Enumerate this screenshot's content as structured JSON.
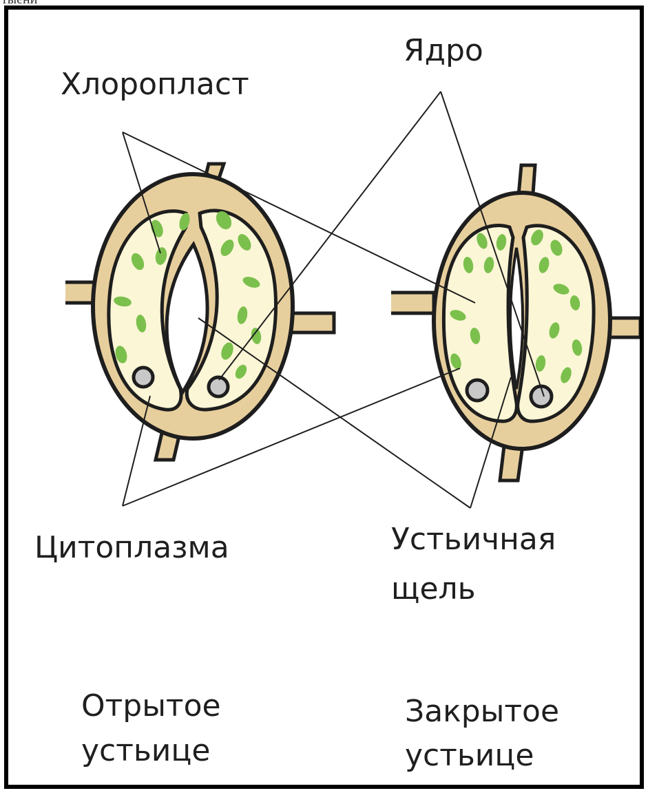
{
  "labels": {
    "chloroplast": "Хлоропласт",
    "nucleus": "Ядро",
    "cytoplasm": "Цитоплазма",
    "stomatal_slit_line1": "Устьичная",
    "stomatal_slit_line2": "щель",
    "open_line1": "Отрытое",
    "open_line2": "устьице",
    "closed_line1": "Закрытое",
    "closed_line2": "устьице",
    "cropped_top_text": "тыени"
  },
  "colors": {
    "wall": "#e7cf9d",
    "outline": "#1e1e1e",
    "cytoplasm_fill": "#fbf6d6",
    "chloroplast": "#7bc04c",
    "nucleus": "#c8c8c8"
  }
}
